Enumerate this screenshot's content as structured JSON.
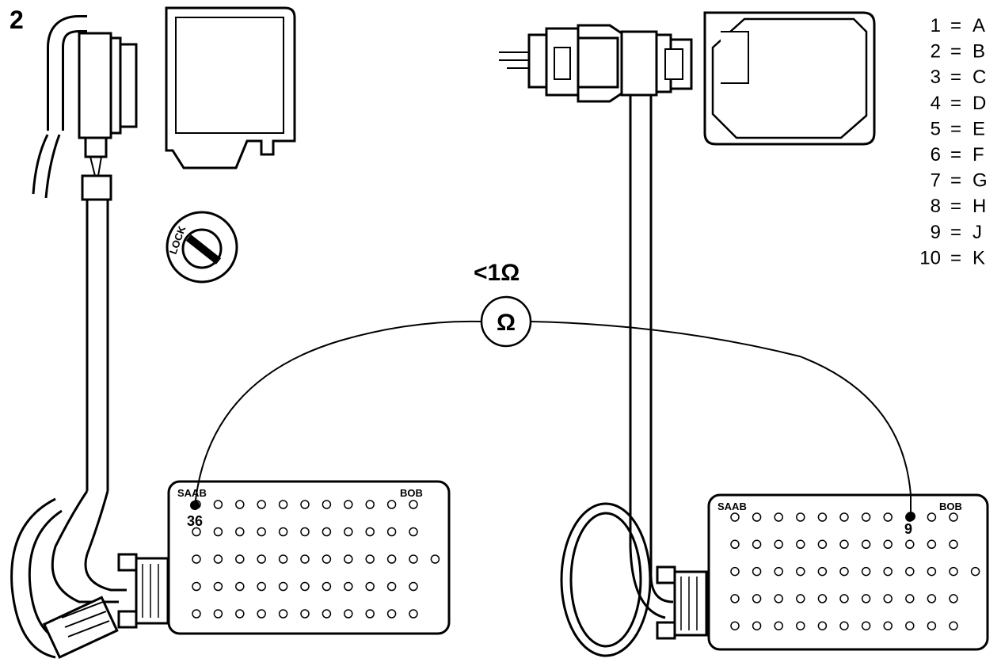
{
  "figure_number": "2",
  "measurement": {
    "reading": "<1Ω",
    "meter_symbol": "Ω"
  },
  "lock_label": "LOCK",
  "legend": [
    {
      "pin": "1",
      "eq": "=",
      "letter": "A"
    },
    {
      "pin": "2",
      "eq": "=",
      "letter": "B"
    },
    {
      "pin": "3",
      "eq": "=",
      "letter": "C"
    },
    {
      "pin": "4",
      "eq": "=",
      "letter": "D"
    },
    {
      "pin": "5",
      "eq": "=",
      "letter": "E"
    },
    {
      "pin": "6",
      "eq": "=",
      "letter": "F"
    },
    {
      "pin": "7",
      "eq": "=",
      "letter": "G"
    },
    {
      "pin": "8",
      "eq": "=",
      "letter": "H"
    },
    {
      "pin": "9",
      "eq": "=",
      "letter": "J"
    },
    {
      "pin": "10",
      "eq": "=",
      "letter": "K"
    }
  ],
  "left_box": {
    "brand": "SAAB",
    "model": "BOB",
    "probe_pin": "36",
    "hole_rows": [
      11,
      11,
      12,
      11,
      11
    ]
  },
  "right_box": {
    "brand": "SAAB",
    "model": "BOB",
    "probe_pin": "9",
    "hole_rows": [
      11,
      11,
      12,
      11,
      11
    ]
  }
}
